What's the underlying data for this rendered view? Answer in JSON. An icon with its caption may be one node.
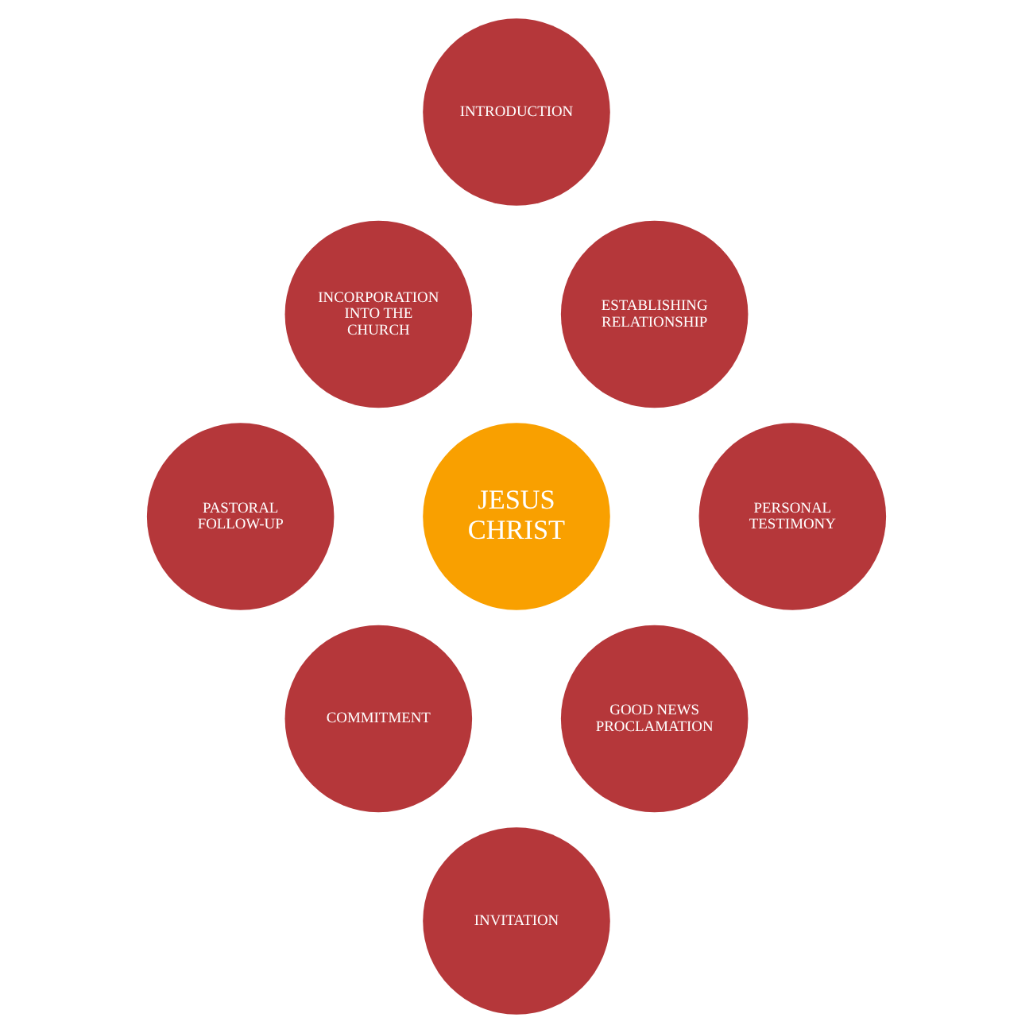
{
  "diagram": {
    "nodes": [
      {
        "text": [
          "INTRODUCTION"
        ]
      },
      {
        "text": [
          "INCORPORATION INTO THE CHURCH"
        ]
      },
      {
        "text": [
          "ESTABLISHING RELATIONSHIP"
        ]
      },
      {
        "text": [
          "PASTORAL FOLLOW-UP"
        ]
      },
      {
        "text": [
          "JESUS CHRIST"
        ]
      },
      {
        "text": [
          "PERSONAL TESTIMONY"
        ]
      },
      {
        "text": [
          "COMMITMENT"
        ]
      },
      {
        "text": [
          "GOOD NEWS PROCLAMATION"
        ]
      },
      {
        "text": [
          "INVITATION"
        ]
      }
    ]
  }
}
